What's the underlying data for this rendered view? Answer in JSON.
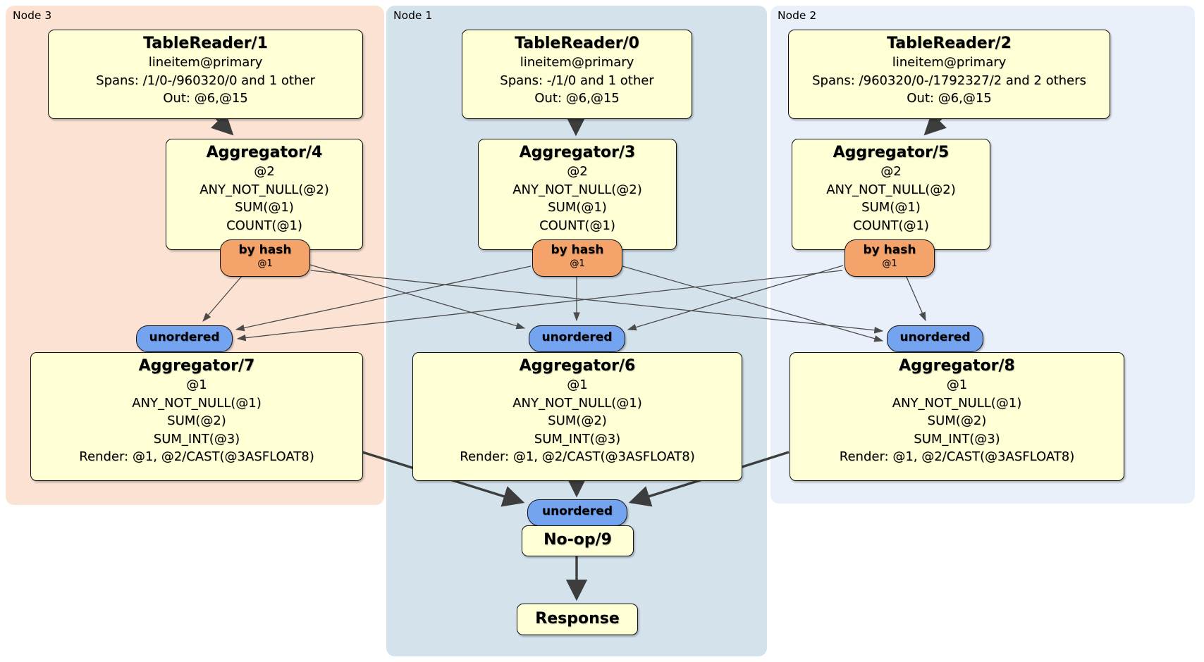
{
  "regions": {
    "node3": {
      "label": "Node 3"
    },
    "node1": {
      "label": "Node 1"
    },
    "node2": {
      "label": "Node 2"
    }
  },
  "boxes": {
    "tr1": {
      "title": "TableReader/1",
      "lines": [
        "lineitem@primary",
        "Spans: /1/0-/960320/0 and 1 other",
        "Out: @6,@15"
      ]
    },
    "tr0": {
      "title": "TableReader/0",
      "lines": [
        "lineitem@primary",
        "Spans: -/1/0 and 1 other",
        "Out: @6,@15"
      ]
    },
    "tr2": {
      "title": "TableReader/2",
      "lines": [
        "lineitem@primary",
        "Spans: /960320/0-/1792327/2 and 2 others",
        "Out: @6,@15"
      ]
    },
    "agg4": {
      "title": "Aggregator/4",
      "lines": [
        "@2",
        "ANY_NOT_NULL(@2)",
        "SUM(@1)",
        "COUNT(@1)"
      ]
    },
    "agg3": {
      "title": "Aggregator/3",
      "lines": [
        "@2",
        "ANY_NOT_NULL(@2)",
        "SUM(@1)",
        "COUNT(@1)"
      ]
    },
    "agg5": {
      "title": "Aggregator/5",
      "lines": [
        "@2",
        "ANY_NOT_NULL(@2)",
        "SUM(@1)",
        "COUNT(@1)"
      ]
    },
    "agg7": {
      "title": "Aggregator/7",
      "lines": [
        "@1",
        "ANY_NOT_NULL(@1)",
        "SUM(@2)",
        "SUM_INT(@3)",
        "Render: @1, @2/CAST(@3ASFLOAT8)"
      ]
    },
    "agg6": {
      "title": "Aggregator/6",
      "lines": [
        "@1",
        "ANY_NOT_NULL(@1)",
        "SUM(@2)",
        "SUM_INT(@3)",
        "Render: @1, @2/CAST(@3ASFLOAT8)"
      ]
    },
    "agg8": {
      "title": "Aggregator/8",
      "lines": [
        "@1",
        "ANY_NOT_NULL(@1)",
        "SUM(@2)",
        "SUM_INT(@3)",
        "Render: @1, @2/CAST(@3ASFLOAT8)"
      ]
    },
    "noop": {
      "title": "No-op/9"
    },
    "response": {
      "title": "Response"
    }
  },
  "routers": {
    "r4": {
      "label": "by hash",
      "detail": "@1"
    },
    "r3": {
      "label": "by hash",
      "detail": "@1"
    },
    "r5": {
      "label": "by hash",
      "detail": "@1"
    }
  },
  "syncs": {
    "left": {
      "label": "unordered"
    },
    "center": {
      "label": "unordered"
    },
    "right": {
      "label": "unordered"
    },
    "final": {
      "label": "unordered"
    }
  },
  "colors": {
    "node3-bg": "#FBE2D3",
    "node1-bg": "#D4E2EC",
    "node2-bg": "#EAF0F9",
    "box-bg": "#FFFFD6",
    "router-bg": "#F4A46B",
    "sync-bg": "#74A3EF",
    "edge": "#4b4b4b",
    "edge-thick": "#3d3d3d"
  }
}
